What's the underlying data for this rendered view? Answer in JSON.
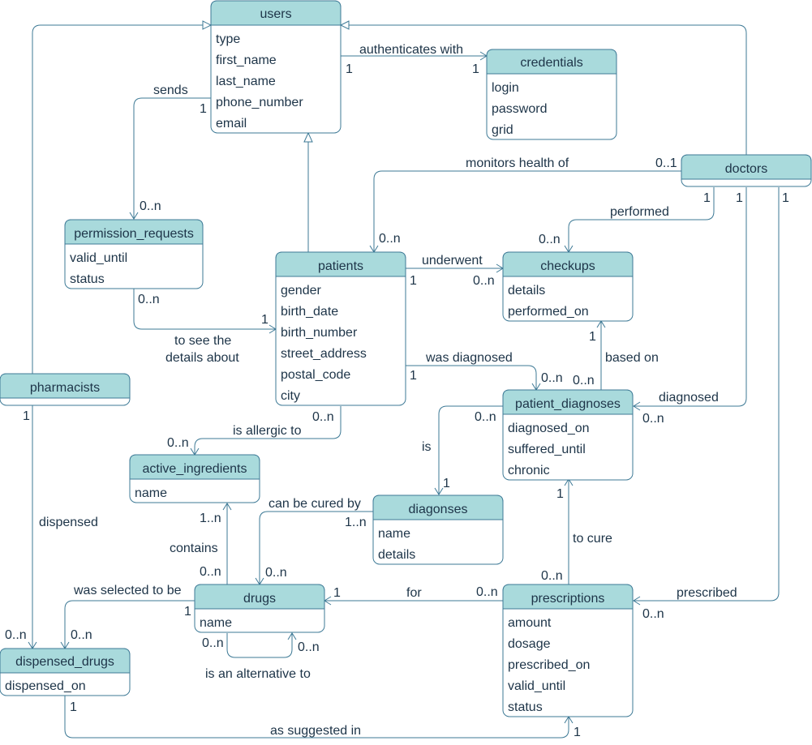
{
  "entities": {
    "users": {
      "title": "users",
      "fields": [
        "type",
        "first_name",
        "last_name",
        "phone_number",
        "email"
      ]
    },
    "credentials": {
      "title": "credentials",
      "fields": [
        "login",
        "password",
        "grid"
      ]
    },
    "doctors": {
      "title": "doctors",
      "fields": []
    },
    "permission_requests": {
      "title": "permission_requests",
      "fields": [
        "valid_until",
        "status"
      ]
    },
    "patients": {
      "title": "patients",
      "fields": [
        "gender",
        "birth_date",
        "birth_number",
        "street_address",
        "postal_code",
        "city"
      ]
    },
    "checkups": {
      "title": "checkups",
      "fields": [
        "details",
        "performed_on"
      ]
    },
    "pharmacists": {
      "title": "pharmacists",
      "fields": []
    },
    "patient_diagnoses": {
      "title": "patient_diagnoses",
      "fields": [
        "diagnosed_on",
        "suffered_until",
        "chronic"
      ]
    },
    "active_ingredients": {
      "title": "active_ingredients",
      "fields": [
        "name"
      ]
    },
    "diagonses": {
      "title": "diagonses",
      "fields": [
        "name",
        "details"
      ]
    },
    "drugs": {
      "title": "drugs",
      "fields": [
        "name"
      ]
    },
    "prescriptions": {
      "title": "prescriptions",
      "fields": [
        "amount",
        "dosage",
        "prescribed_on",
        "valid_until",
        "status"
      ]
    },
    "dispensed_drugs": {
      "title": "dispensed_drugs",
      "fields": [
        "dispensed_on"
      ]
    }
  },
  "labels": {
    "authenticates_with": "authenticates with",
    "sends": "sends",
    "monitors_health_of": "monitors health of",
    "performed": "performed",
    "underwent": "underwent",
    "to_see_line1": "to see the",
    "to_see_line2": "details about",
    "was_diagnosed": "was diagnosed",
    "based_on": "based on",
    "diagnosed": "diagnosed",
    "is": "is",
    "is_allergic_to": "is allergic to",
    "can_be_cured_by": "can be cured by",
    "contains": "contains",
    "dispensed": "dispensed",
    "was_selected_to_be": "was selected to be",
    "for": "for",
    "to_cure": "to cure",
    "prescribed": "prescribed",
    "is_an_alternative_to": "is an alternative to",
    "as_suggested_in": "as suggested in"
  },
  "mult": {
    "one": "1",
    "zero_one": "0..1",
    "zero_n": "0..n",
    "one_n": "1..n"
  }
}
